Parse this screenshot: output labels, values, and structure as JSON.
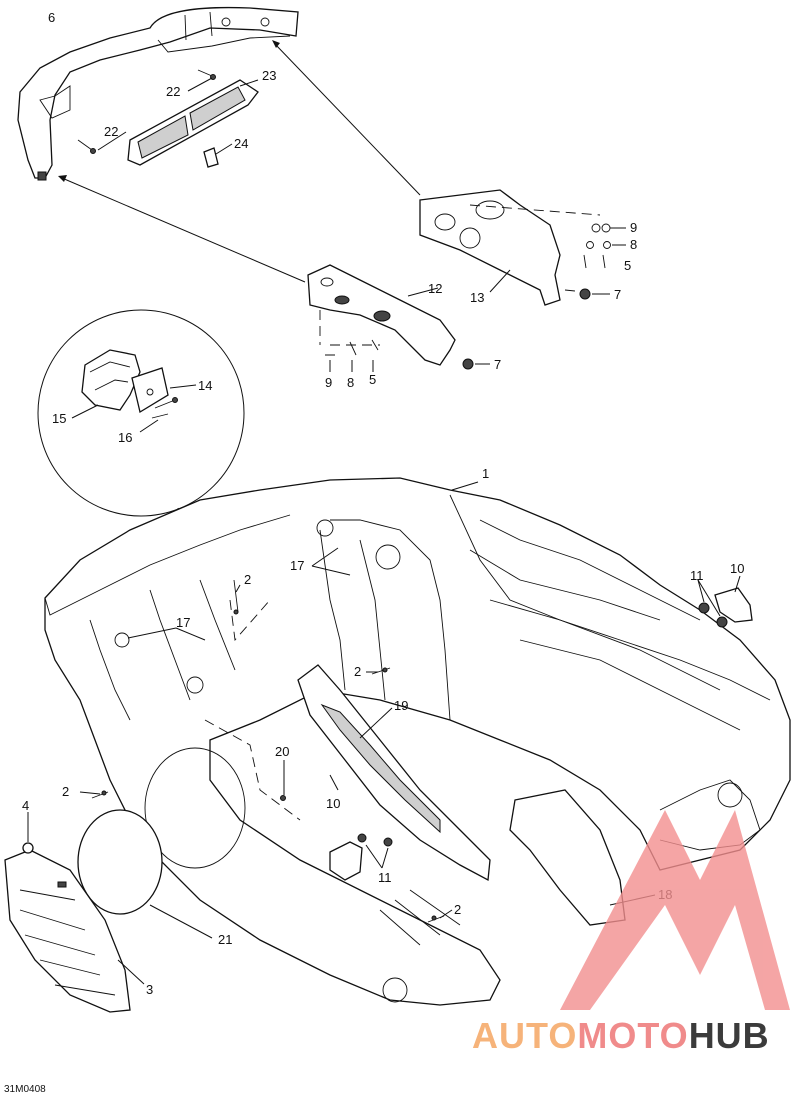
{
  "diagram": {
    "drawing_code": "31M0408",
    "callouts": [
      "1",
      "2",
      "3",
      "4",
      "5",
      "6",
      "7",
      "8",
      "9",
      "10",
      "11",
      "12",
      "13",
      "14",
      "15",
      "16",
      "17",
      "18",
      "19",
      "20",
      "21",
      "22",
      "23",
      "24"
    ]
  },
  "watermark": {
    "text": "AUTOMOTOHUB",
    "part_auto": "AUTO",
    "part_moto": "MOTO",
    "part_hub": "HUB",
    "colors": {
      "auto": "#f6b37a",
      "moto": "#f08b8b",
      "hub": "#3b3b3b",
      "logo": "#f28f8f"
    }
  }
}
